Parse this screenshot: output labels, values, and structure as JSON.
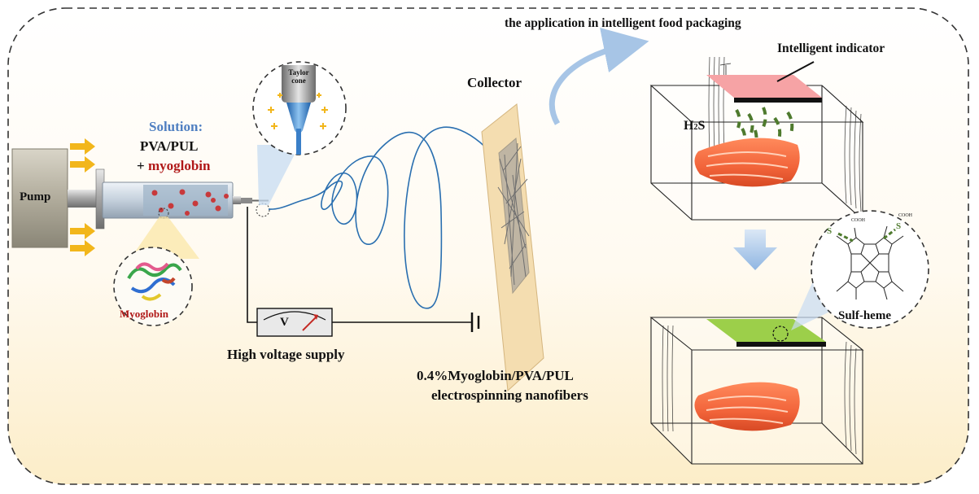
{
  "labels": {
    "top_caption": "the application in intelligent food packaging",
    "collector": "Collector",
    "solution_title": "Solution:",
    "solution_line1": "PVA/PUL",
    "solution_plus": "+ ",
    "solution_highlight": "myoglobin",
    "pump": "Pump",
    "myoglobin": "Myoglobin",
    "taylor_line1": "Taylor",
    "taylor_line2": "cone",
    "voltmeter_symbol": "V",
    "high_voltage": "High voltage supply",
    "nanofiber_line1": "0.4%Myoglobin/PVA/PUL",
    "nanofiber_line2": "electrospinning nanofibers",
    "indicator": "Intelligent indicator",
    "h2s_main": "H",
    "h2s_sub": "2",
    "h2s_end": "S",
    "sulf_heme": "Sulf-heme",
    "s_left": "S",
    "s_right": "S",
    "cooh_left": "COOH",
    "cooh_right": "COOH"
  },
  "colors": {
    "solution_title": "#4f7fc1",
    "myoglobin_text": "#b01818",
    "indicator_before": "#f6a3a5",
    "indicator_after": "#9ccf4a",
    "h2s_dash": "#4e7a2d",
    "collector_plate": "#f4ddb0",
    "fiber": "#2a6fb0",
    "arrow": "#f2b61b",
    "process_arrow": "#a7c5e6"
  }
}
